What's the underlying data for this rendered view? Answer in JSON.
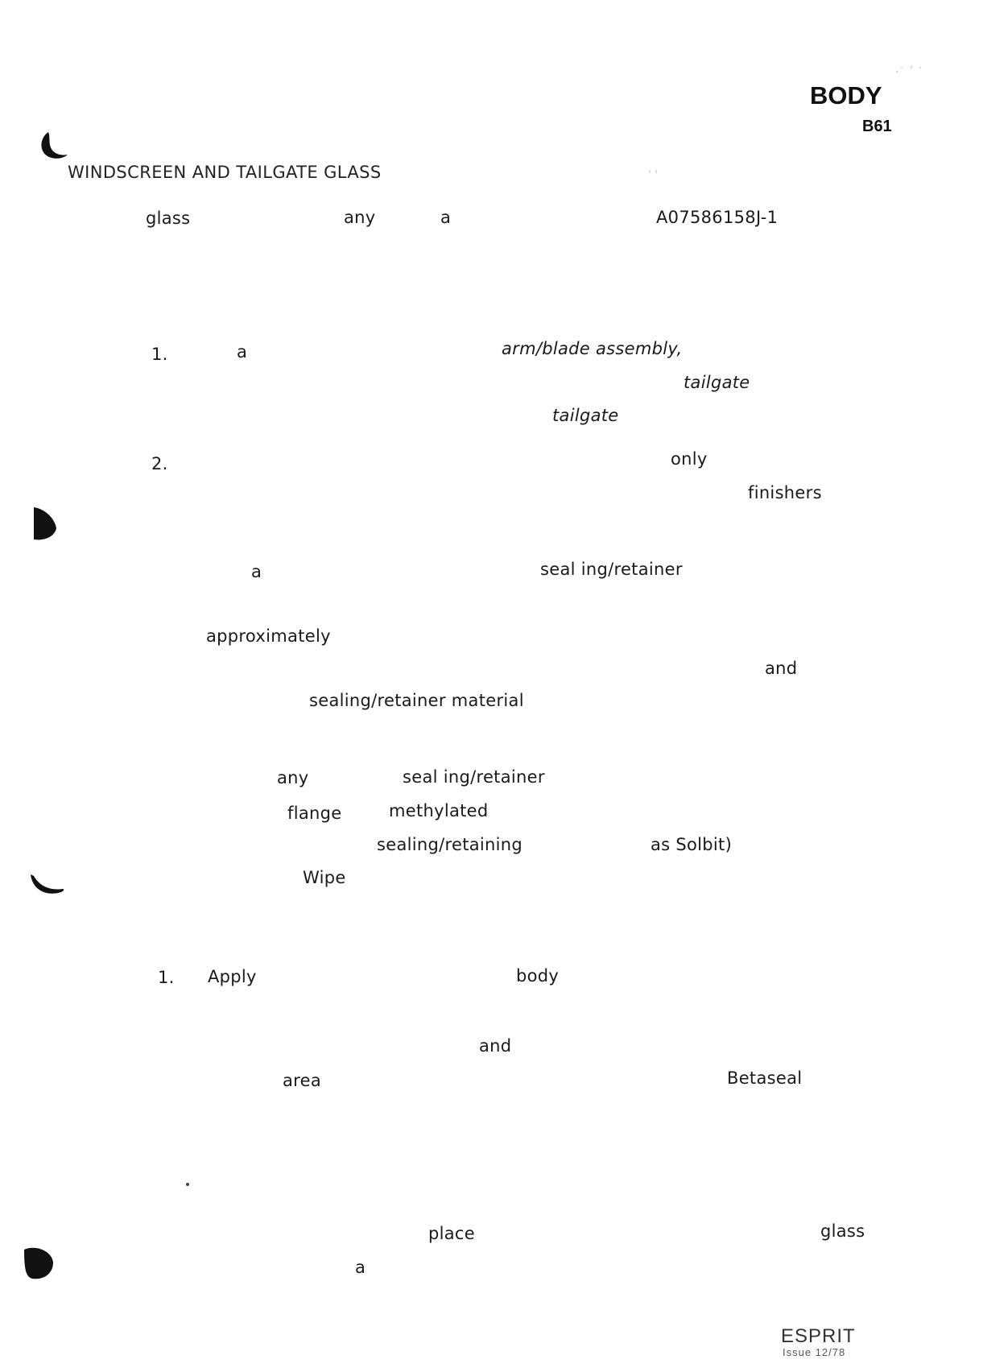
{
  "header": {
    "section": "BODY",
    "code": "B61"
  },
  "title": "WINDSCREEN AND TAILGATE GLASS",
  "words": {
    "w1": "glass",
    "w2": "any",
    "w3": "a",
    "ref": "A07586158J-1",
    "n1": "1.",
    "w4": "a",
    "w5": "arm/blade assembly,",
    "w6": "tailgate",
    "w7": "tailgate",
    "n2": "2.",
    "w8": "only",
    "w9": "finishers",
    "w10": "a",
    "w11": "seal ing/retainer",
    "w12": "approximately",
    "w13": "and",
    "w14": "sealing/retainer material",
    "w15": "any",
    "w16": "seal ing/retainer",
    "w17": "flange",
    "w18": "methylated",
    "w19": "sealing/retaining",
    "w20": "as Solbit)",
    "w21": "Wipe",
    "n3": "1.",
    "w22": "Apply",
    "w23": "body",
    "w24": "and",
    "w25": "area",
    "w26": "Betaseal",
    "w27": "place",
    "w28": "glass",
    "w29": "a"
  },
  "footer": {
    "brand": "ESPRIT",
    "issue": "Issue 12/78"
  }
}
